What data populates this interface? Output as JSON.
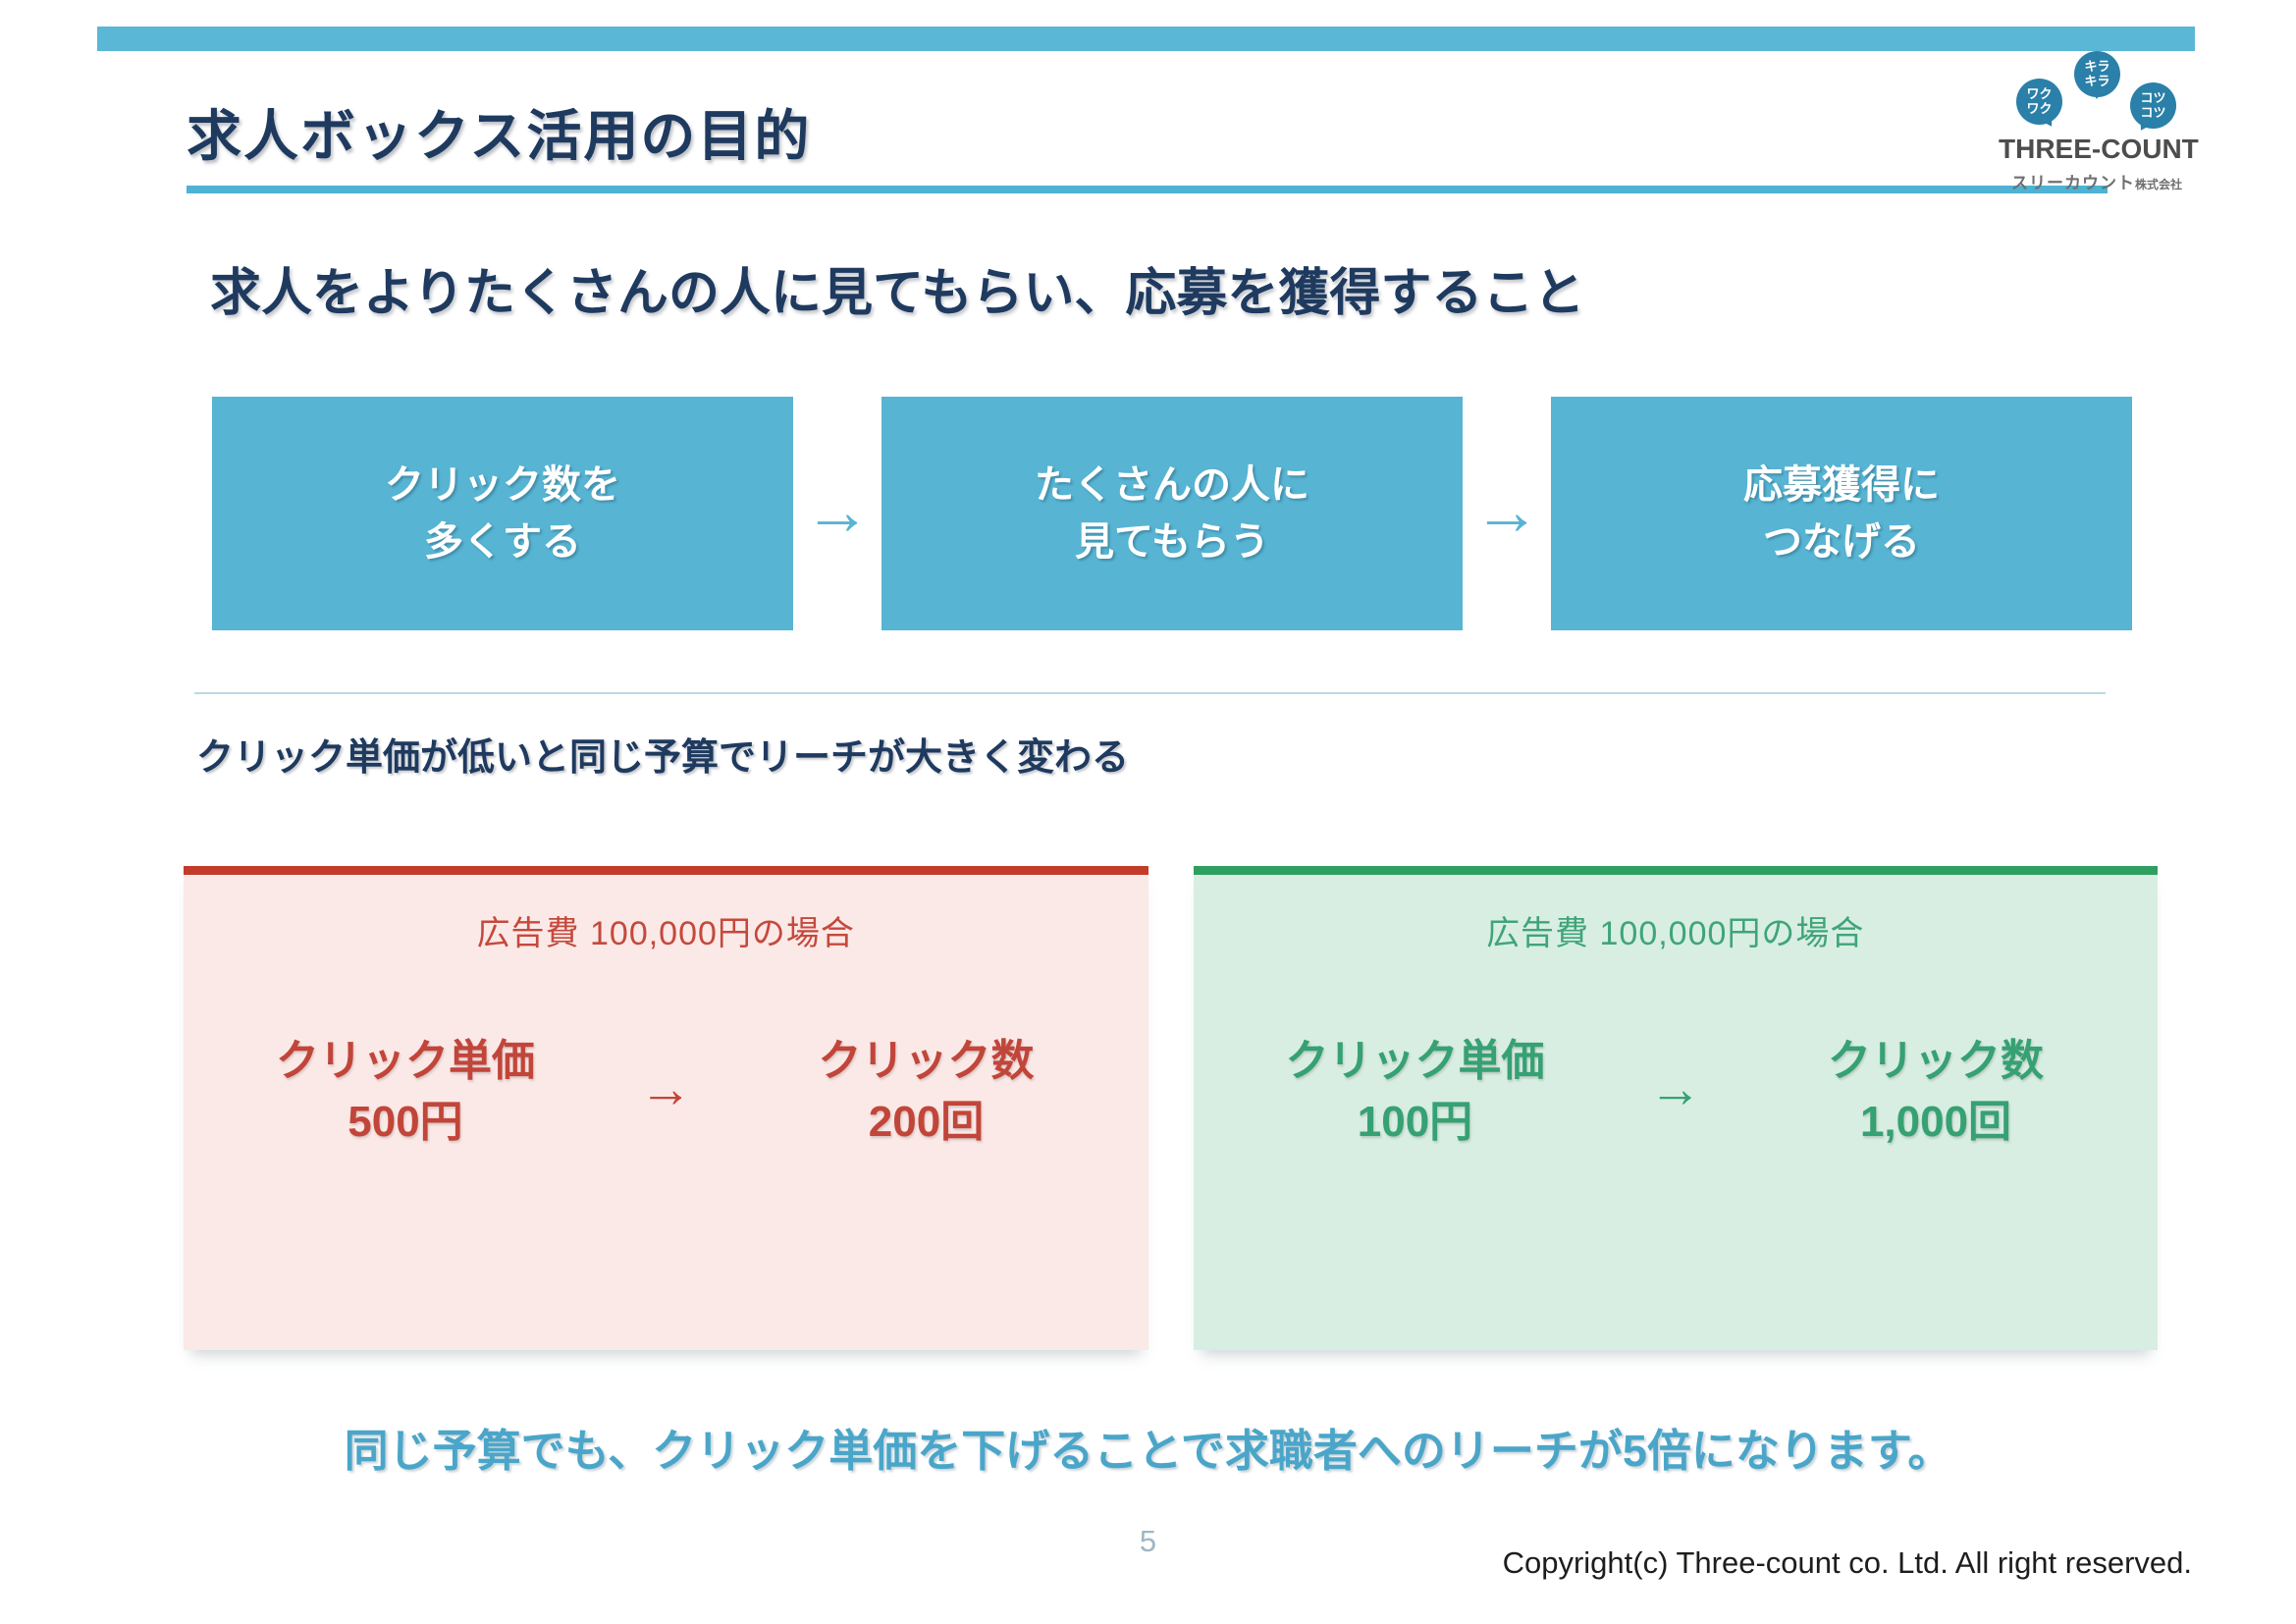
{
  "slide": {
    "title": "求人ボックス活用の目的",
    "subtitle": "求人をよりたくさんの人に見てもらい、応募を獲得すること",
    "page_number": "5",
    "copyright": "Copyright(c) Three-count co. Ltd. All right reserved."
  },
  "logo": {
    "company_en": "THREE-COUNT",
    "company_jp": "スリーカウント",
    "company_suffix": "株式会社",
    "bubbles": [
      {
        "lines": [
          "ワク",
          "ワク"
        ]
      },
      {
        "lines": [
          "キラ",
          "キラ"
        ]
      },
      {
        "lines": [
          "コツ",
          "コツ"
        ]
      }
    ]
  },
  "flow": {
    "arrow": "→",
    "steps": [
      {
        "line1": "クリック数を",
        "line2": "多くする"
      },
      {
        "line1": "たくさんの人に",
        "line2": "見てもらう"
      },
      {
        "line1": "応募獲得に",
        "line2": "つなげる"
      }
    ]
  },
  "comparison": {
    "heading": "クリック単価が低いと同じ予算でリーチが大きく変わる",
    "arrow": "→",
    "conclusion": "同じ予算でも、クリック単価を下げることで求職者へのリーチが5倍になります。",
    "panels": [
      {
        "header": "広告費 100,000円の場合",
        "left_label": "クリック単価",
        "left_value": "500円",
        "right_label": "クリック数",
        "right_value": "200回"
      },
      {
        "header": "広告費 100,000円の場合",
        "left_label": "クリック単価",
        "left_value": "100円",
        "right_label": "クリック数",
        "right_value": "1,000回"
      }
    ]
  },
  "colors": {
    "accent_teal": "#57b4d3",
    "top_bar_teal": "#5ab7d6",
    "underline_teal": "#4db2d4",
    "navy_text": "#1f3a5f",
    "red_accent": "#c23b2b",
    "red_text": "#c2453a",
    "pink_bg": "#fbe9e7",
    "green_accent": "#2f9f60",
    "green_text": "#36a173",
    "green_bg": "#d8eee3",
    "conclusion_teal": "#4aa6c9",
    "logo_bubble_teal": "#2a80a8"
  }
}
